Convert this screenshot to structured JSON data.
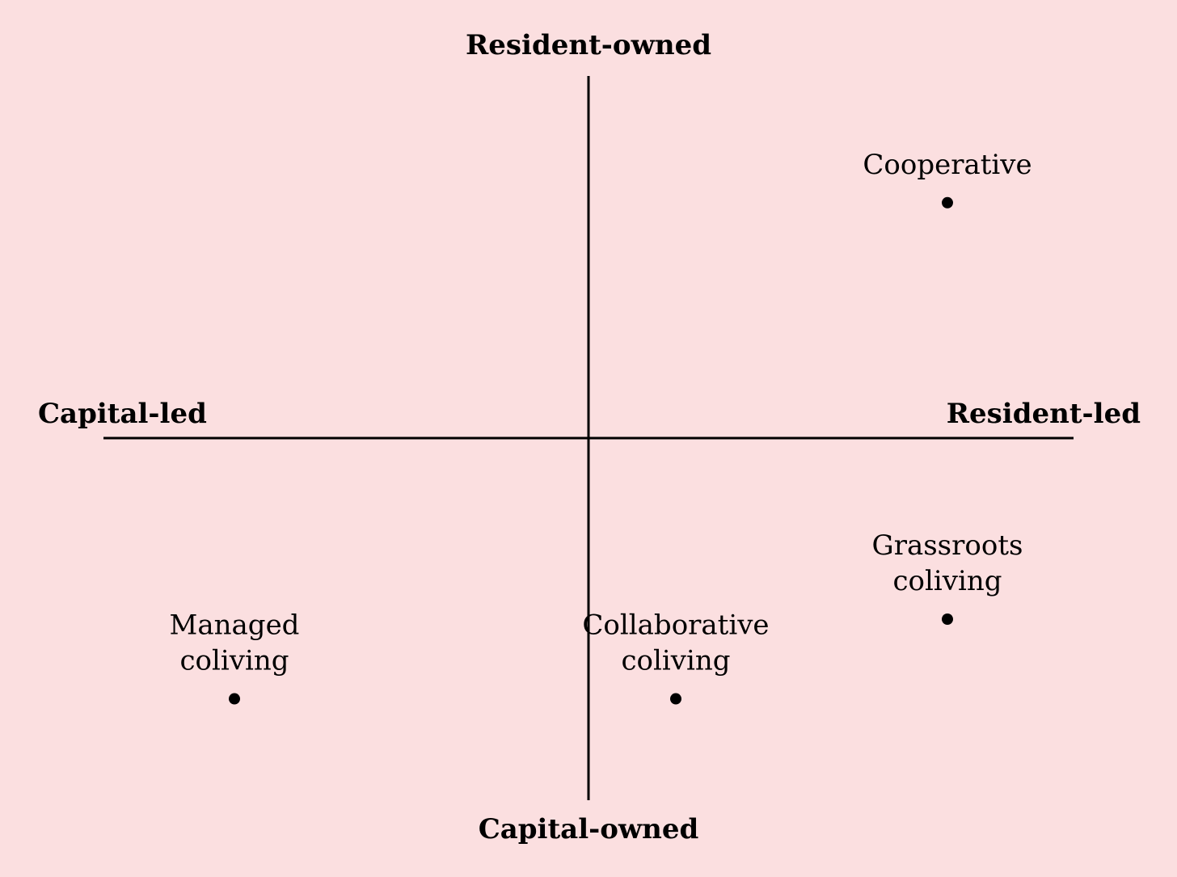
{
  "axes": {
    "top": "Resident-owned",
    "bottom": "Capital-owned",
    "left": "Capital-led",
    "right": "Resident-led"
  },
  "points": [
    {
      "name": "cooperative",
      "lines": [
        "Cooperative"
      ],
      "led": 0.74,
      "owned": 0.65
    },
    {
      "name": "grassroots-coliving",
      "lines": [
        "Grassroots",
        "coliving"
      ],
      "led": 0.74,
      "owned": -0.5
    },
    {
      "name": "managed-coliving",
      "lines": [
        "Managed",
        "coliving"
      ],
      "led": -0.73,
      "owned": -0.72
    },
    {
      "name": "collaborative-coliving",
      "lines": [
        "Collaborative",
        "coliving"
      ],
      "led": 0.18,
      "owned": -0.72
    }
  ],
  "colors": {
    "background": "#fbdfe0",
    "ink": "#000000"
  }
}
